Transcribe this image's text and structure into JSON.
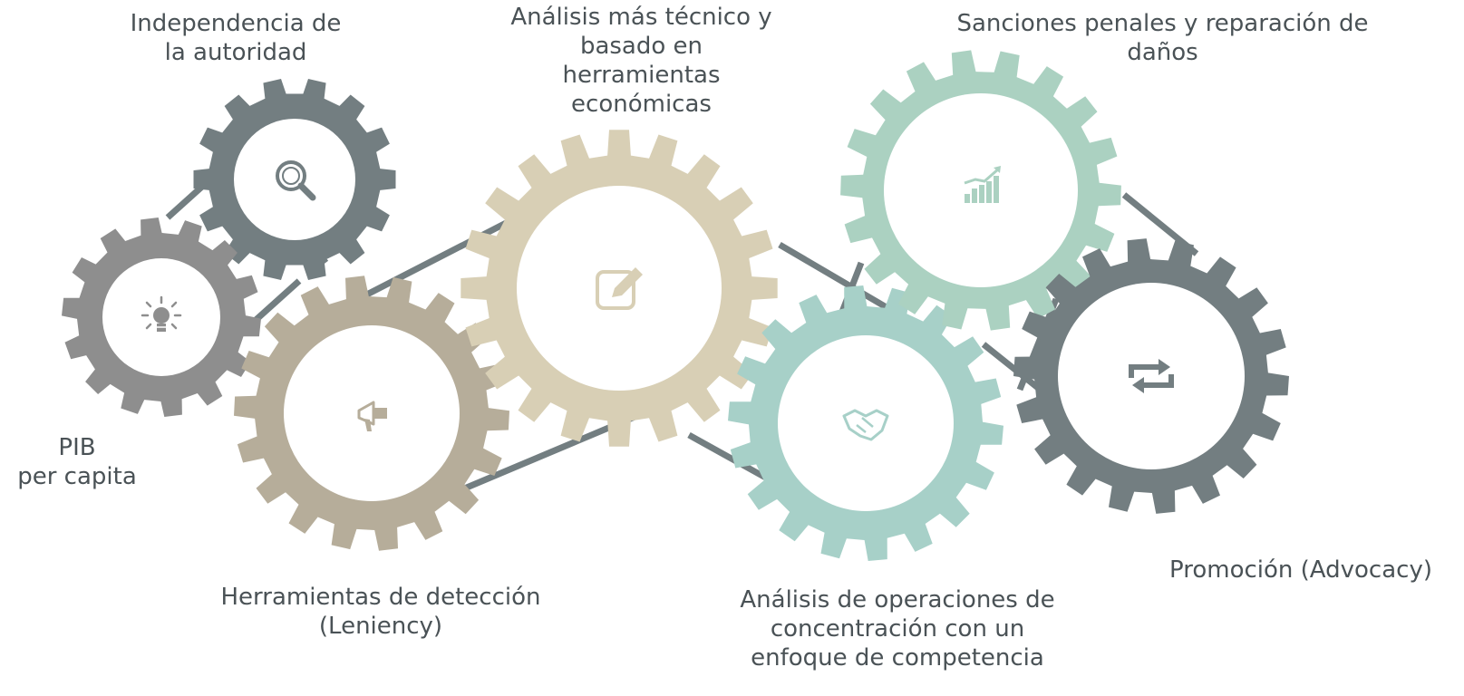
{
  "colors": {
    "dark_slate": "#737e81",
    "grey": "#8e8e8e",
    "taupe": "#b6ad9a",
    "beige": "#d8cfb5",
    "mint": "#abd1c1",
    "teal": "#a7d0c8",
    "center_fill": "#ffffff",
    "connector": "#737e81",
    "text": "#4a5256"
  },
  "gears": [
    {
      "id": "independencia",
      "color_key": "dark_slate",
      "icon": "magnifier-icon"
    },
    {
      "id": "pib",
      "color_key": "grey",
      "icon": "lightbulb-icon"
    },
    {
      "id": "deteccion",
      "color_key": "taupe",
      "icon": "megaphone-icon"
    },
    {
      "id": "analisis-tecnico",
      "color_key": "beige",
      "icon": "edit-icon"
    },
    {
      "id": "concentracion",
      "color_key": "teal",
      "icon": "handshake-icon"
    },
    {
      "id": "sanciones",
      "color_key": "mint",
      "icon": "bar-chart-icon"
    },
    {
      "id": "promocion",
      "color_key": "dark_slate",
      "icon": "repeat-icon"
    }
  ],
  "labels": {
    "independencia": [
      "Independencia de",
      "la autoridad"
    ],
    "pib": [
      "PIB",
      "per capita"
    ],
    "deteccion": [
      "Herramientas de detección",
      "(Leniency)"
    ],
    "analisis_tecnico": [
      "Análisis más técnico y",
      "basado en",
      "herramientas",
      "económicas"
    ],
    "concentracion": [
      "Análisis de operaciones de",
      "concentración con un",
      "enfoque de competencia"
    ],
    "sanciones": [
      "Sanciones penales y reparación de",
      "daños"
    ],
    "promocion": [
      "Promoción (Advocacy)"
    ]
  }
}
